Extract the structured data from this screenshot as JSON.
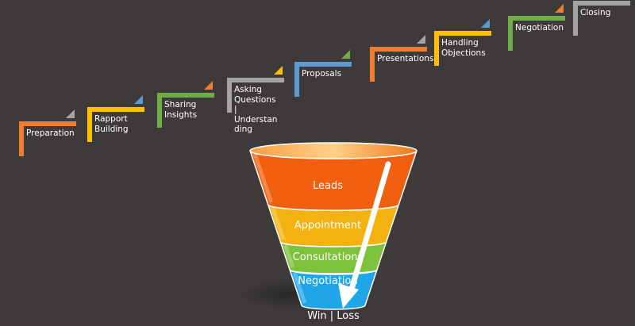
{
  "diagram": {
    "steps": [
      {
        "label": "Preparation",
        "color": "#ed7d31",
        "tab_color": "#a5a5a5"
      },
      {
        "label": "Rapport\nBuilding",
        "color": "#ffc000",
        "tab_color": "#5b9bd5"
      },
      {
        "label": "Sharing\nInsights",
        "color": "#70ad47",
        "tab_color": "#ed7d31"
      },
      {
        "label": "Asking\nQuestions\n|\nUnderstan\nding",
        "color": "#a5a5a5",
        "tab_color": "#ffc000"
      },
      {
        "label": "Proposals",
        "color": "#5b9bd5",
        "tab_color": "#70ad47"
      },
      {
        "label": "Presentations",
        "color": "#ed7d31",
        "tab_color": "#a5a5a5"
      },
      {
        "label": "Handling\nObjections",
        "color": "#ffc000",
        "tab_color": "#5b9bd5"
      },
      {
        "label": "Negotiation",
        "color": "#70ad47",
        "tab_color": "#ed7d31"
      },
      {
        "label": "Closing",
        "color": "#a5a5a5",
        "tab_color": "#ffc000"
      }
    ],
    "funnel": [
      {
        "label": "Leads",
        "color": "#f06010"
      },
      {
        "label": "Appointment",
        "color": "#f3b20f"
      },
      {
        "label": "Consultations",
        "color": "#7cc23a"
      },
      {
        "label": "Negotiation",
        "color": "#1fa6e8"
      }
    ],
    "outcome": "Win | Loss"
  }
}
